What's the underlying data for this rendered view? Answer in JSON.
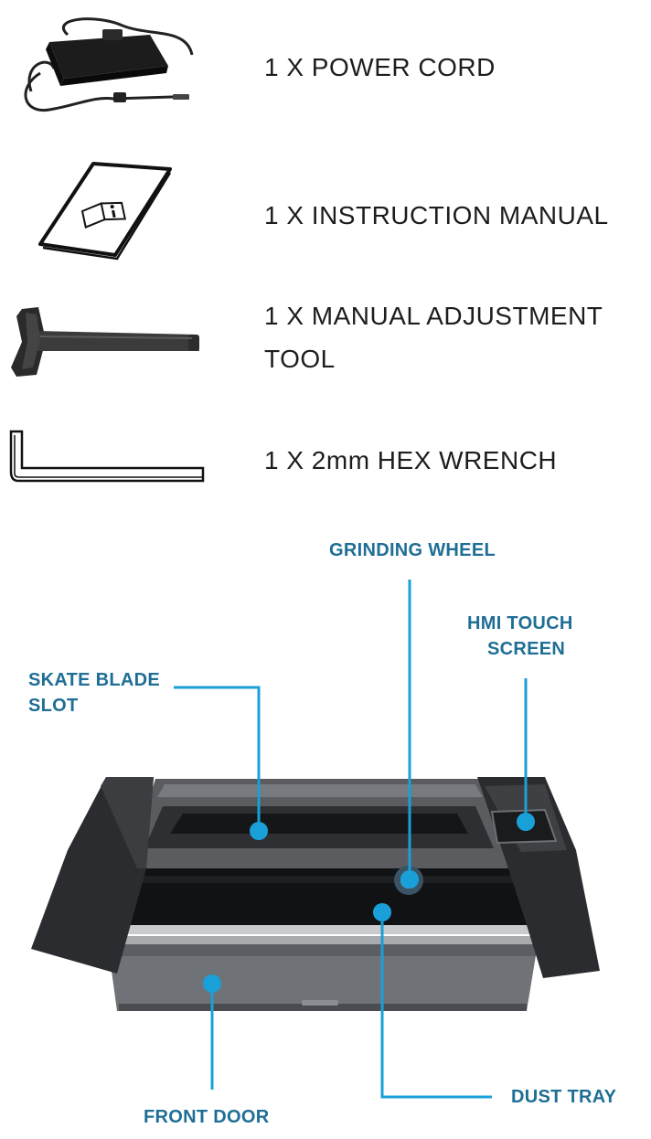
{
  "items": [
    {
      "text": "1 X POWER CORD",
      "icon": "power-adapter-icon"
    },
    {
      "text": "1 X INSTRUCTION MANUAL",
      "icon": "manual-booklet-icon"
    },
    {
      "text_line1": "1 X MANUAL ADJUSTMENT",
      "text_line2": "TOOL",
      "icon": "adjustment-tool-icon"
    },
    {
      "text": "1 X 2mm HEX WRENCH",
      "icon": "hex-wrench-icon"
    }
  ],
  "callouts": {
    "grinding_wheel": "GRINDING WHEEL",
    "hmi_line1": "HMI TOUCH",
    "hmi_line2": "SCREEN",
    "skate_line1": "SKATE BLADE",
    "skate_line2": "SLOT",
    "front_door": "FRONT DOOR",
    "dust_tray": "DUST TRAY"
  },
  "colors": {
    "callout_text": "#1f6e95",
    "callout_line": "#1aa0d8",
    "text": "#1d1d1d"
  },
  "machine_icon": "skate-sharpener-machine"
}
